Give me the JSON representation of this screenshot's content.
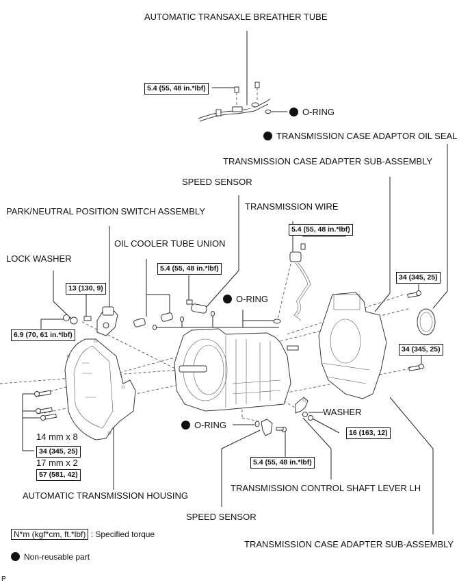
{
  "labels": {
    "breather_tube": "AUTOMATIC TRANSAXLE BREATHER TUBE",
    "o_ring_top": "O-RING",
    "case_adaptor_oil_seal": "TRANSMISSION CASE ADAPTOR OIL SEAL",
    "case_adapter_sub_assembly_top": "TRANSMISSION CASE ADAPTER SUB-ASSEMBLY",
    "speed_sensor_top": "SPEED SENSOR",
    "transmission_wire": "TRANSMISSION WIRE",
    "park_neutral_switch": "PARK/NEUTRAL POSITION SWITCH ASSEMBLY",
    "oil_cooler_tube_union": "OIL COOLER TUBE UNION",
    "lock_washer": "LOCK WASHER",
    "o_ring_middle": "O-RING",
    "o_ring_bottom": "O-RING",
    "washer": "WASHER",
    "bolt_14mm": "14 mm x 8",
    "bolt_17mm": "17 mm x 2",
    "housing": "AUTOMATIC TRANSMISSION HOUSING",
    "control_shaft_lever": "TRANSMISSION CONTROL SHAFT LEVER LH",
    "speed_sensor_bottom": "SPEED SENSOR",
    "case_adapter_sub_assembly_bottom": "TRANSMISSION CASE ADAPTER SUB-ASSEMBLY"
  },
  "torques": {
    "breather_bolt": "5.4 (55, 48 in.*lbf)",
    "wire_bolt": "5.4 (55, 48 in.*lbf)",
    "speed_sensor_top_bolt": "5.4 (55, 48 in.*lbf)",
    "switch_bolt": "13 (130, 9)",
    "lock_washer_nut": "6.9 (70, 61 in.*lbf)",
    "adapter_bolt_upper": "34 (345, 25)",
    "adapter_bolt_lower": "34 (345, 25)",
    "housing_bolt_14mm": "34 (345, 25)",
    "housing_bolt_17mm": "57 (581, 42)",
    "lever_nut": "16 (163, 12)",
    "speed_sensor_bottom_bolt": "5.4 (55, 48 in.*lbf)"
  },
  "legend": {
    "torque_unit": "N*m (kgf*cm, ft.*lbf)",
    "torque_desc": ": Specified torque",
    "non_reusable": "Non-reusable part"
  },
  "footer": {
    "code": "P"
  }
}
